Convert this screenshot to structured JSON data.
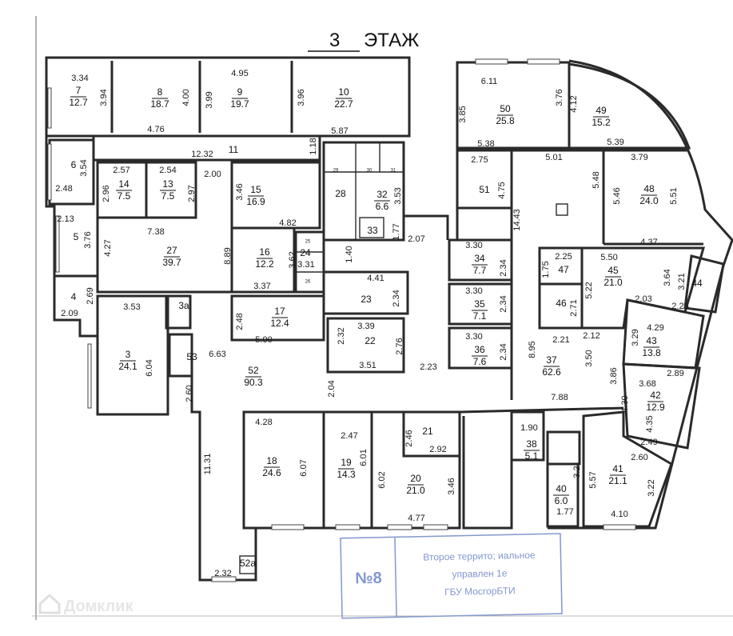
{
  "title": {
    "floor_number": "3",
    "floor_word": "ЭТАЖ"
  },
  "rooms": [
    {
      "number": "7",
      "area": "12.7"
    },
    {
      "number": "8",
      "area": "18.7"
    },
    {
      "number": "9",
      "area": "19.7"
    },
    {
      "number": "10",
      "area": "22.7"
    },
    {
      "number": "11",
      "area": null
    },
    {
      "number": "6",
      "area": null
    },
    {
      "number": "14",
      "area": "7.5"
    },
    {
      "number": "13",
      "area": "7.5"
    },
    {
      "number": "5",
      "area": null
    },
    {
      "number": "27",
      "area": "39.7"
    },
    {
      "number": "15",
      "area": "16.9"
    },
    {
      "number": "16",
      "area": "12.2"
    },
    {
      "number": "24",
      "area": null
    },
    {
      "number": "28",
      "area": null
    },
    {
      "number": "32",
      "area": "6.6"
    },
    {
      "number": "33",
      "area": null
    },
    {
      "number": "23",
      "area": null
    },
    {
      "number": "4",
      "area": null
    },
    {
      "number": "3а",
      "area": null
    },
    {
      "number": "3",
      "area": "24.1"
    },
    {
      "number": "53",
      "area": null
    },
    {
      "number": "17",
      "area": "12.4"
    },
    {
      "number": "22",
      "area": null
    },
    {
      "number": "52",
      "area": "90.3"
    },
    {
      "number": "52а",
      "area": null
    },
    {
      "number": "18",
      "area": "24.6"
    },
    {
      "number": "19",
      "area": "14.3"
    },
    {
      "number": "21",
      "area": null
    },
    {
      "number": "20",
      "area": "21.0"
    },
    {
      "number": "50",
      "area": "25.8"
    },
    {
      "number": "49",
      "area": "15.2"
    },
    {
      "number": "51",
      "area": null
    },
    {
      "number": "48",
      "area": "24.0"
    },
    {
      "number": "34",
      "area": "7.7"
    },
    {
      "number": "35",
      "area": "7.1"
    },
    {
      "number": "36",
      "area": "7.6"
    },
    {
      "number": "47",
      "area": null
    },
    {
      "number": "46",
      "area": null
    },
    {
      "number": "45",
      "area": "21.0"
    },
    {
      "number": "44",
      "area": null
    },
    {
      "number": "43",
      "area": "13.8"
    },
    {
      "number": "37",
      "area": "62.6"
    },
    {
      "number": "42",
      "area": "12.9"
    },
    {
      "number": "38",
      "area": "5.1"
    },
    {
      "number": "40",
      "area": "6.0"
    },
    {
      "number": "41",
      "area": "21.1"
    }
  ],
  "small_rooms": [
    "29",
    "30",
    "31",
    "25",
    "26"
  ],
  "dimensions": [
    "3.34",
    "3.94",
    "4.00",
    "4.76",
    "4.95",
    "3.99",
    "3.96",
    "5.87",
    "12.32",
    "1.18",
    "2.00",
    "3.54",
    "2.48",
    "2.57",
    "2.96",
    "2.54",
    "2.97",
    "2.13",
    "3.76",
    "4.27",
    "7.38",
    "8.89",
    "3.46",
    "4.82",
    "3.62",
    "3.37",
    "1.40",
    "3.31",
    "3.53",
    "1.77",
    "2.07",
    "4.41",
    "2.34",
    "2.69",
    "2.09",
    "3.53",
    "6.04",
    "2.48",
    "5.00",
    "6.63",
    "3.39",
    "2.32",
    "2.76",
    "3.51",
    "2.23",
    "2.04",
    "2.60",
    "11.31",
    "2.32",
    "4.28",
    "2.47",
    "6.01",
    "6.02",
    "2.46",
    "2.92",
    "3.46",
    "4.77",
    "6.07",
    "6.11",
    "3.85",
    "3.76",
    "4.12",
    "5.38",
    "5.39",
    "5.01",
    "3.79",
    "2.75",
    "4.75",
    "14.43",
    "5.48",
    "5.46",
    "5.51",
    "4.37",
    "3.30",
    "2.34",
    "3.30",
    "2.34",
    "3.30",
    "2.34",
    "2.25",
    "1.75",
    "2.71",
    "2.21",
    "5.50",
    "5.22",
    "3.64",
    "2.03",
    "3.21",
    "2.25",
    "4.29",
    "3.29",
    "2.12",
    "8.95",
    "3.50",
    "3.86",
    "2.89",
    "3.68",
    "4.30",
    "4.35",
    "2.49",
    "2.60",
    "7.88",
    "1.90",
    "3.21",
    "5.57",
    "3.22",
    "1.77",
    "4.10"
  ],
  "stamp": {
    "number": "№8",
    "lines": [
      "Второе террито; иальное",
      "управлен 1е",
      "ГБУ МосгорБТИ"
    ]
  },
  "watermark": {
    "text": "Домклик"
  },
  "colors": {
    "walls": "#2a2a2a",
    "stamp": "#8397cf"
  }
}
